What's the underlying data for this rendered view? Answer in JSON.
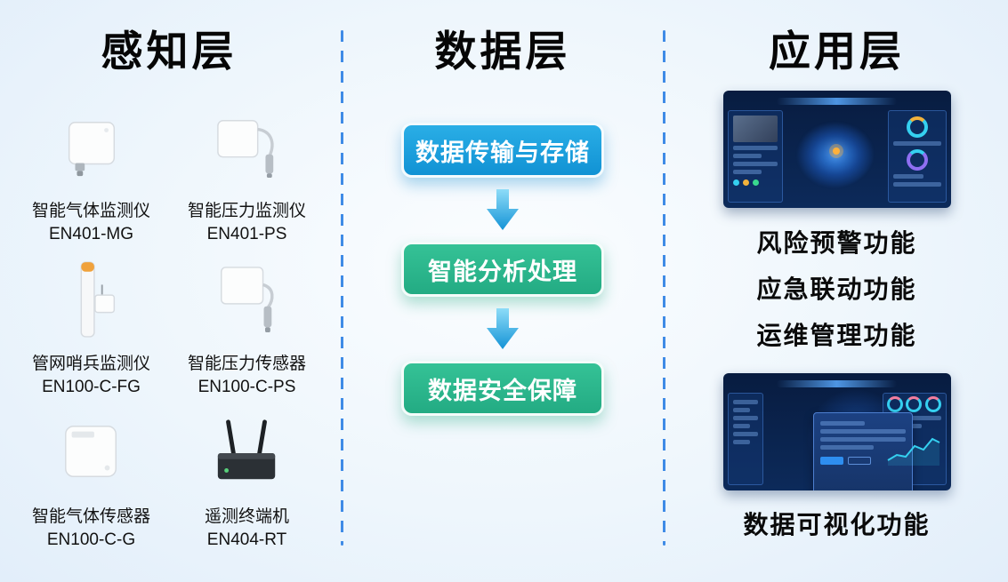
{
  "columns": {
    "perception": {
      "title": "感知层",
      "devices": [
        {
          "name": "智能气体监测仪",
          "model": "EN401-MG",
          "icon": "gas-monitor-icon"
        },
        {
          "name": "智能压力监测仪",
          "model": "EN401-PS",
          "icon": "pressure-monitor-icon"
        },
        {
          "name": "管网哨兵监测仪",
          "model": "EN100-C-FG",
          "icon": "pipeline-sentinel-icon"
        },
        {
          "name": "智能压力传感器",
          "model": "EN100-C-PS",
          "icon": "pressure-sensor-icon"
        },
        {
          "name": "智能气体传感器",
          "model": "EN100-C-G",
          "icon": "gas-sensor-icon"
        },
        {
          "name": "遥测终端机",
          "model": "EN404-RT",
          "icon": "telemetry-terminal-icon"
        }
      ]
    },
    "data": {
      "title": "数据层",
      "steps": [
        {
          "label": "数据传输与存储",
          "color": "#1798d6"
        },
        {
          "label": "智能分析处理",
          "color": "#2cb98c"
        },
        {
          "label": "数据安全保障",
          "color": "#2cb98c"
        }
      ],
      "arrow_color": "#1f9fdd"
    },
    "application": {
      "title": "应用层",
      "functions": [
        "风险预警功能",
        "应急联动功能",
        "运维管理功能"
      ],
      "visualization_label": "数据可视化功能"
    }
  },
  "style_tokens": {
    "divider_color": "#3f8be6",
    "dashboard_bg": "#0b2a5a",
    "accent_cyan": "#35d0f0",
    "accent_orange": "#f2b23c"
  }
}
